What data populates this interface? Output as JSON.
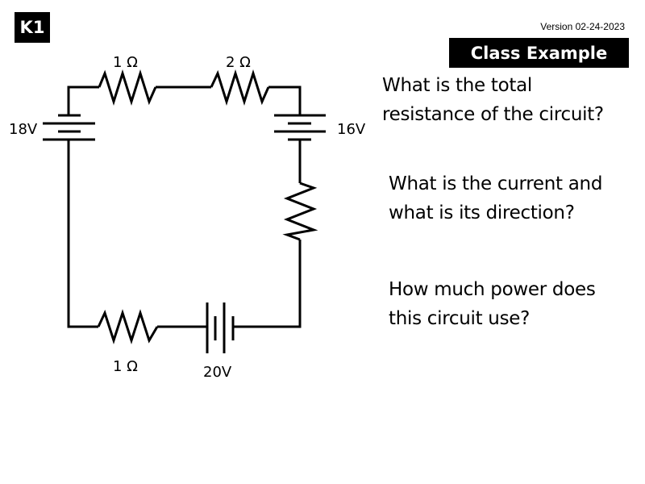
{
  "header": {
    "badge": "K1",
    "version": "Version 02-24-2023",
    "banner": "Class Example"
  },
  "circuit": {
    "resistors": [
      {
        "id": "top-left",
        "label": "1 Ω"
      },
      {
        "id": "top-right",
        "label": "2 Ω"
      },
      {
        "id": "right",
        "label": ""
      },
      {
        "id": "bottom",
        "label": "1 Ω"
      }
    ],
    "batteries": [
      {
        "id": "left",
        "label": "18V"
      },
      {
        "id": "right",
        "label": "16V"
      },
      {
        "id": "bottom",
        "label": "20V"
      }
    ]
  },
  "questions": [
    {
      "line1": "What is the total",
      "line2": "resistance of the circuit?"
    },
    {
      "line1": "What is the current and",
      "line2": "what is its direction?"
    },
    {
      "line1": "How much power does",
      "line2": "this circuit use?"
    }
  ]
}
